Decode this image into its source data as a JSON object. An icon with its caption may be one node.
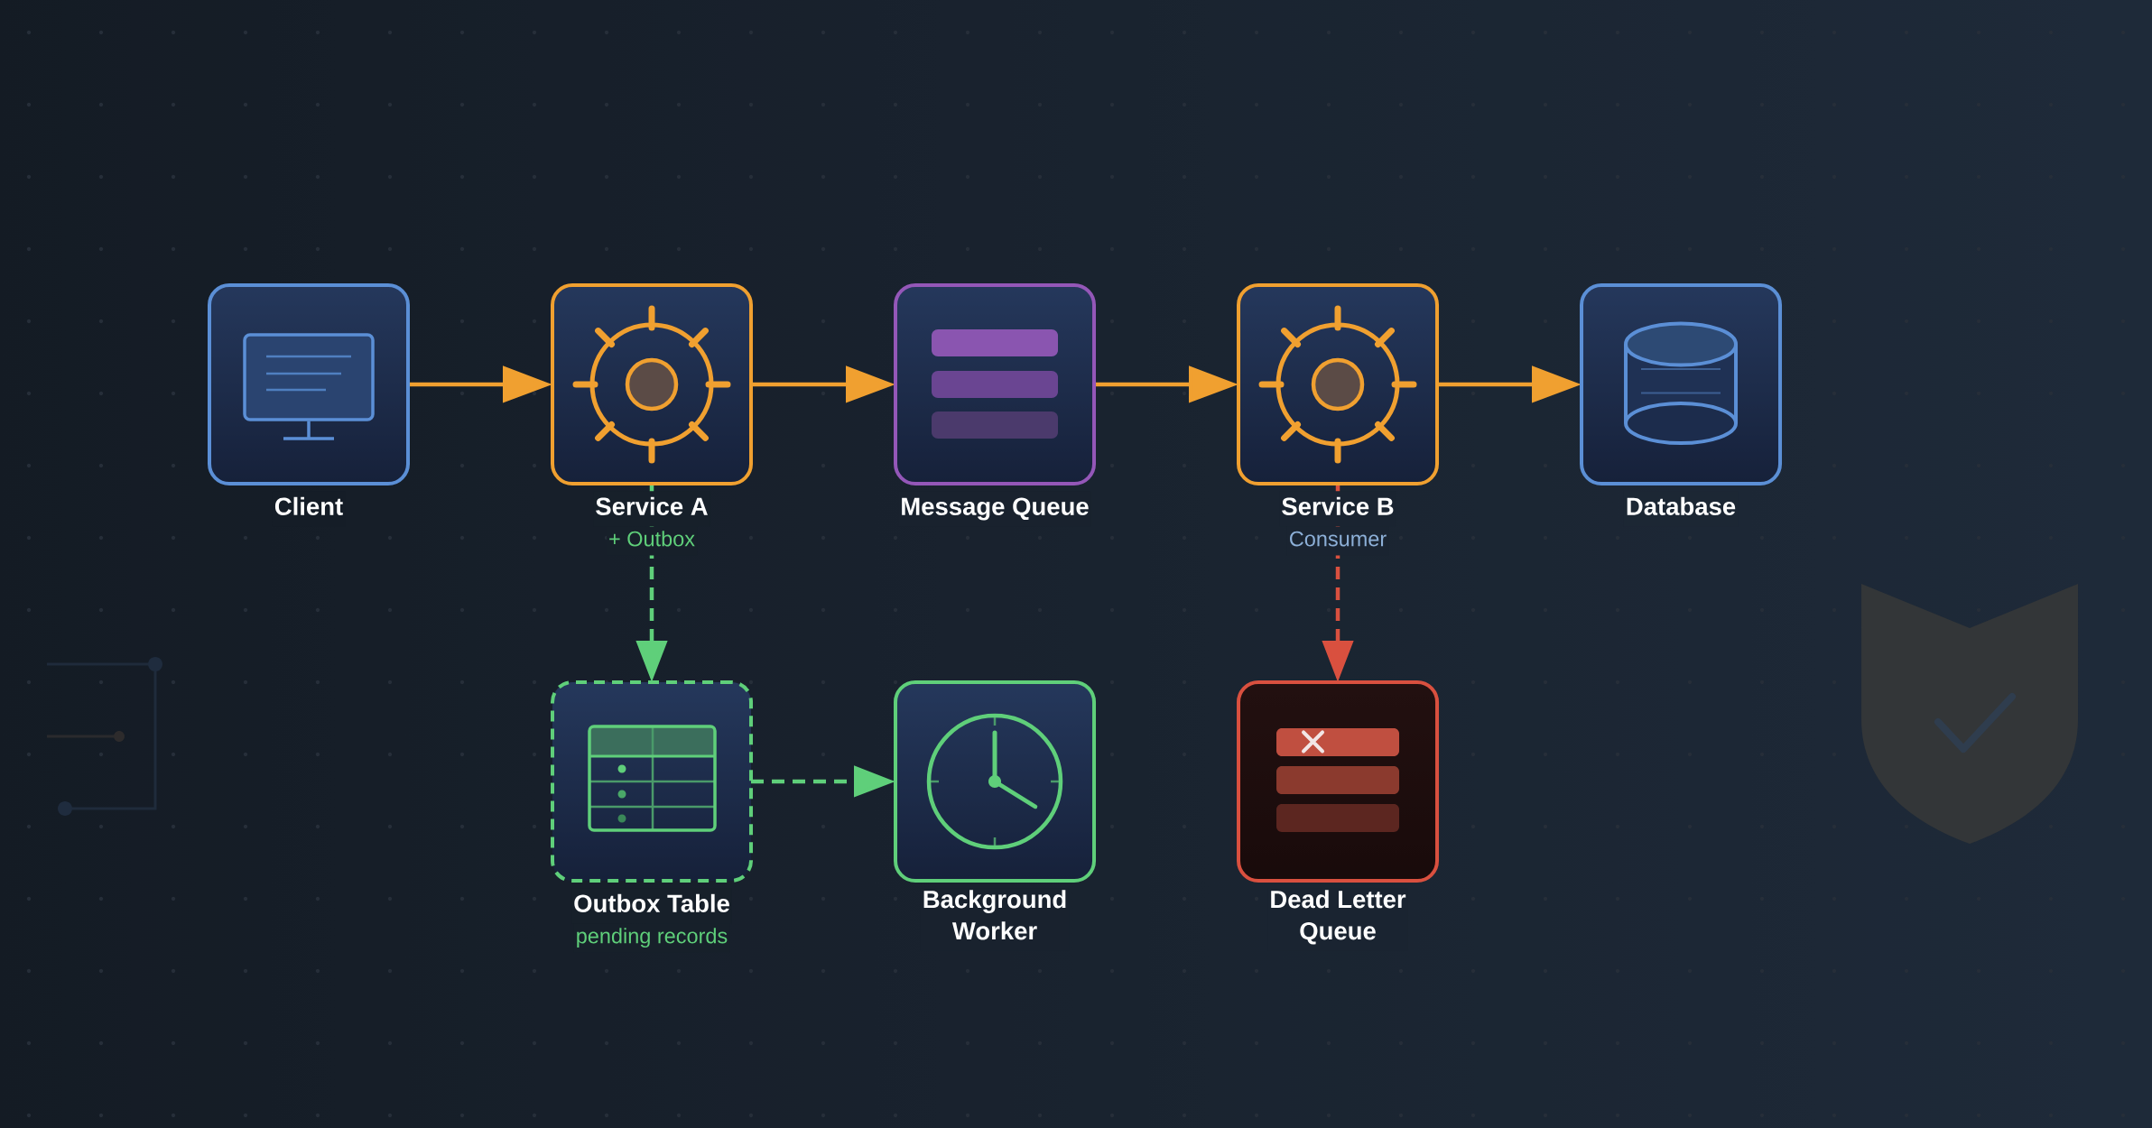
{
  "diagram": {
    "nodes": [
      {
        "text": [
          "Client"
        ]
      },
      {
        "text": [
          "Service A",
          "+ Outbox"
        ]
      },
      {
        "text": [
          "Message Queue"
        ]
      },
      {
        "text": [
          "Service B",
          "Consumer"
        ]
      },
      {
        "text": [
          "Database"
        ]
      },
      {
        "text": [
          "Outbox Table",
          "pending records"
        ]
      },
      {
        "text": [
          "Background Worker"
        ]
      },
      {
        "text": [
          "Dead Letter Queue"
        ]
      }
    ],
    "edges": [
      {
        "from": 0,
        "to": 1,
        "arrow": "to"
      },
      {
        "from": 1,
        "to": 2,
        "arrow": "to"
      },
      {
        "from": 2,
        "to": 3,
        "arrow": "to"
      },
      {
        "from": 3,
        "to": 4,
        "arrow": "to"
      },
      {
        "from": 1,
        "to": 5,
        "arrow": "to",
        "style": "dashed",
        "color": "#5fcf7a"
      },
      {
        "from": 5,
        "to": 6,
        "arrow": "to",
        "style": "dashed",
        "color": "#5fcf7a"
      },
      {
        "from": 3,
        "to": 7,
        "arrow": "to",
        "style": "dashed",
        "color": "#d9503f"
      }
    ]
  }
}
